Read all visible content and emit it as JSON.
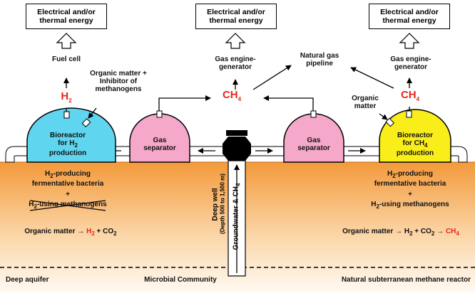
{
  "energy_boxes": [
    {
      "label": "Electrical and/or thermal energy"
    },
    {
      "label": "Electrical and/or thermal energy"
    },
    {
      "label": "Electrical and/or thermal energy"
    }
  ],
  "left": {
    "fuel_cell": "Fuel cell",
    "h2": "H2",
    "inputs": "Organic matter + Inhibitor of methanogens",
    "bioreactor": "Bioreactor for H2 production",
    "separator": "Gas separator",
    "bacteria_line1": "H2-producing fermentative bacteria",
    "plus": "+",
    "methanogens_crossed": "H2-using methanogens",
    "reaction_prefix": "Organic matter →",
    "reaction_product": "H2",
    "reaction_suffix": "+ CO2",
    "aquifer": "Deep aquifer"
  },
  "center": {
    "engine": "Gas engine-generator",
    "ch4": "CH4",
    "pipeline": "Natural gas pipeline",
    "well": "Deep well",
    "well_depth": "(Depth 500 to 1,500 m)",
    "flow": "Groundwater & CH4",
    "community": "Microbial Community"
  },
  "right": {
    "engine": "Gas engine-generator",
    "ch4": "CH4",
    "input": "Organic matter",
    "bioreactor": "Bioreactor for CH4 production",
    "separator": "Gas separator",
    "bacteria_line1": "H2-producing fermentative bacteria",
    "plus": "+",
    "methanogens": "H2-using methanogens",
    "reaction_prefix": "Organic matter → H2 + CO2 →",
    "reaction_product": "CH4",
    "reactor": "Natural subterranean methane reactor"
  },
  "colors": {
    "underground_top": "#f39a3b",
    "underground_bottom": "#fff4e6",
    "bioreactor_h2": "#5fd5ef",
    "separator": "#f5a8c9",
    "bioreactor_ch4": "#f9ee1a",
    "product_red": "#e8271e"
  }
}
